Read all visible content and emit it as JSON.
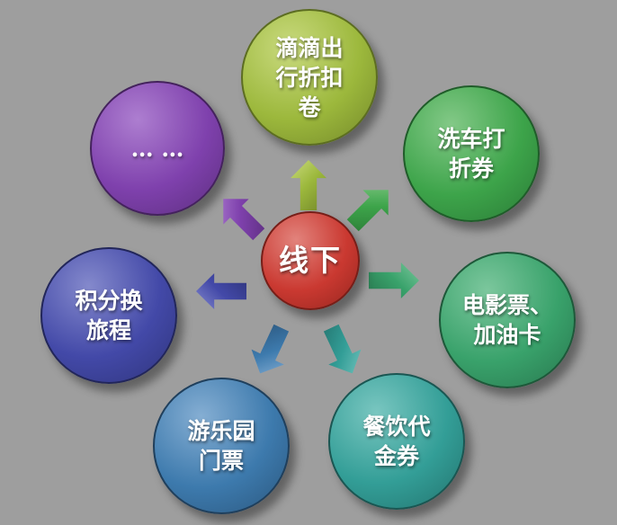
{
  "canvas": {
    "background_color": "#9e9e9e"
  },
  "diagram": {
    "center": {
      "id": "offline-hub",
      "label": "线下",
      "colors": {
        "base": "#ca3931",
        "light": "#e2837c",
        "dark": "#96261f",
        "border": "#771e18",
        "text": "#ffffff"
      }
    },
    "nodes": [
      {
        "id": "didi-discount-coupon",
        "label": "滴滴出\n行折扣\n卷",
        "colors": {
          "base": "#9cb83c",
          "light": "#c9da7e",
          "dark": "#73882a",
          "border": "#5c6d21",
          "text": "#ffffff"
        }
      },
      {
        "id": "car-wash-coupon",
        "label": "洗车打\n折券",
        "colors": {
          "base": "#3da44a",
          "light": "#83c987",
          "dark": "#2a7a36",
          "border": "#1f5c29",
          "text": "#ffffff"
        }
      },
      {
        "id": "movie-ticket-gas-card",
        "label": "电影票、\n加油卡",
        "colors": {
          "base": "#39a26b",
          "light": "#7cc79d",
          "dark": "#28764e",
          "border": "#1d5839",
          "text": "#ffffff"
        }
      },
      {
        "id": "dining-voucher",
        "label": "餐饮代\n金券",
        "colors": {
          "base": "#339e97",
          "light": "#79c6c0",
          "dark": "#23736e",
          "border": "#1a5652",
          "text": "#ffffff"
        }
      },
      {
        "id": "amusement-park-ticket",
        "label": "游乐园\n门票",
        "colors": {
          "base": "#3d7aad",
          "light": "#85aed3",
          "dark": "#2b577e",
          "border": "#1f3f5c",
          "text": "#ffffff"
        }
      },
      {
        "id": "points-for-travel",
        "label": "积分换\n旅程",
        "colors": {
          "base": "#4349a8",
          "light": "#8489cc",
          "dark": "#2f347b",
          "border": "#22265a",
          "text": "#ffffff"
        }
      },
      {
        "id": "more-ellipsis",
        "label": "… …",
        "colors": {
          "base": "#7f41ad",
          "light": "#ad7ed0",
          "dark": "#5c2e7e",
          "border": "#44225d",
          "text": "#ffffff"
        }
      }
    ],
    "arrows": [
      {
        "direction": "up",
        "target": "didi-discount-coupon"
      },
      {
        "direction": "up-right",
        "target": "car-wash-coupon"
      },
      {
        "direction": "right",
        "target": "movie-ticket-gas-card"
      },
      {
        "direction": "down-right",
        "target": "dining-voucher"
      },
      {
        "direction": "down-left",
        "target": "amusement-park-ticket"
      },
      {
        "direction": "left",
        "target": "points-for-travel"
      },
      {
        "direction": "up-left",
        "target": "more-ellipsis"
      }
    ]
  }
}
